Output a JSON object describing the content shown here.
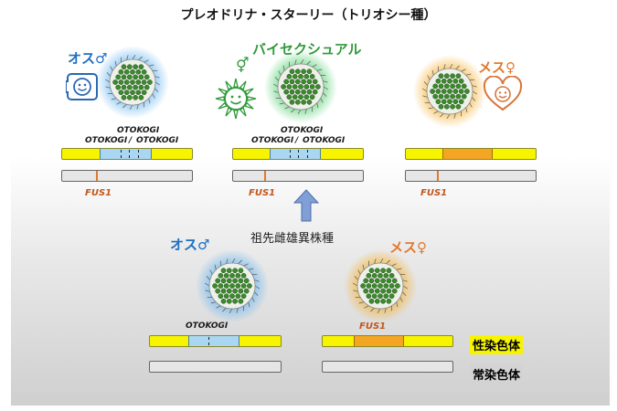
{
  "title": "プレオドリナ・スターリー（トリオシー種）",
  "top_row": {
    "male": {
      "label": "オス♂",
      "otokogi_labels": [
        "OTOKOGI",
        "OTOKOGI",
        "/",
        "OTOKOGI"
      ],
      "fus1_label": "FUS1"
    },
    "bisexual": {
      "label": "バイセクシュアル",
      "symbol": "⚥",
      "otokogi_labels": [
        "OTOKOGI",
        "OTOKOGI",
        "/",
        "OTOKOGI"
      ],
      "fus1_label": "FUS1"
    },
    "female": {
      "label": "メス♀",
      "fus1_label": "FUS1"
    }
  },
  "ancestor_label": "祖先雌雄異株種",
  "bottom_row": {
    "male": {
      "label": "オス♂",
      "otokogi_label": "OTOKOGI"
    },
    "female": {
      "label": "メス♀",
      "fus1_label": "FUS1"
    }
  },
  "legend": {
    "sex_chromosome": "性染色体",
    "autosome": "常染色体"
  },
  "colors": {
    "male_glow": "#6fb8f0",
    "bisexual_glow": "#5ed27a",
    "female_glow": "#f5b43a",
    "sex_chromosome": "#f7f400",
    "autosome": "#e6e6e6",
    "otokogi_segment": "#a9d6f2",
    "fus1_segment": "#f4a521",
    "arrow": "#7f9fd6"
  }
}
